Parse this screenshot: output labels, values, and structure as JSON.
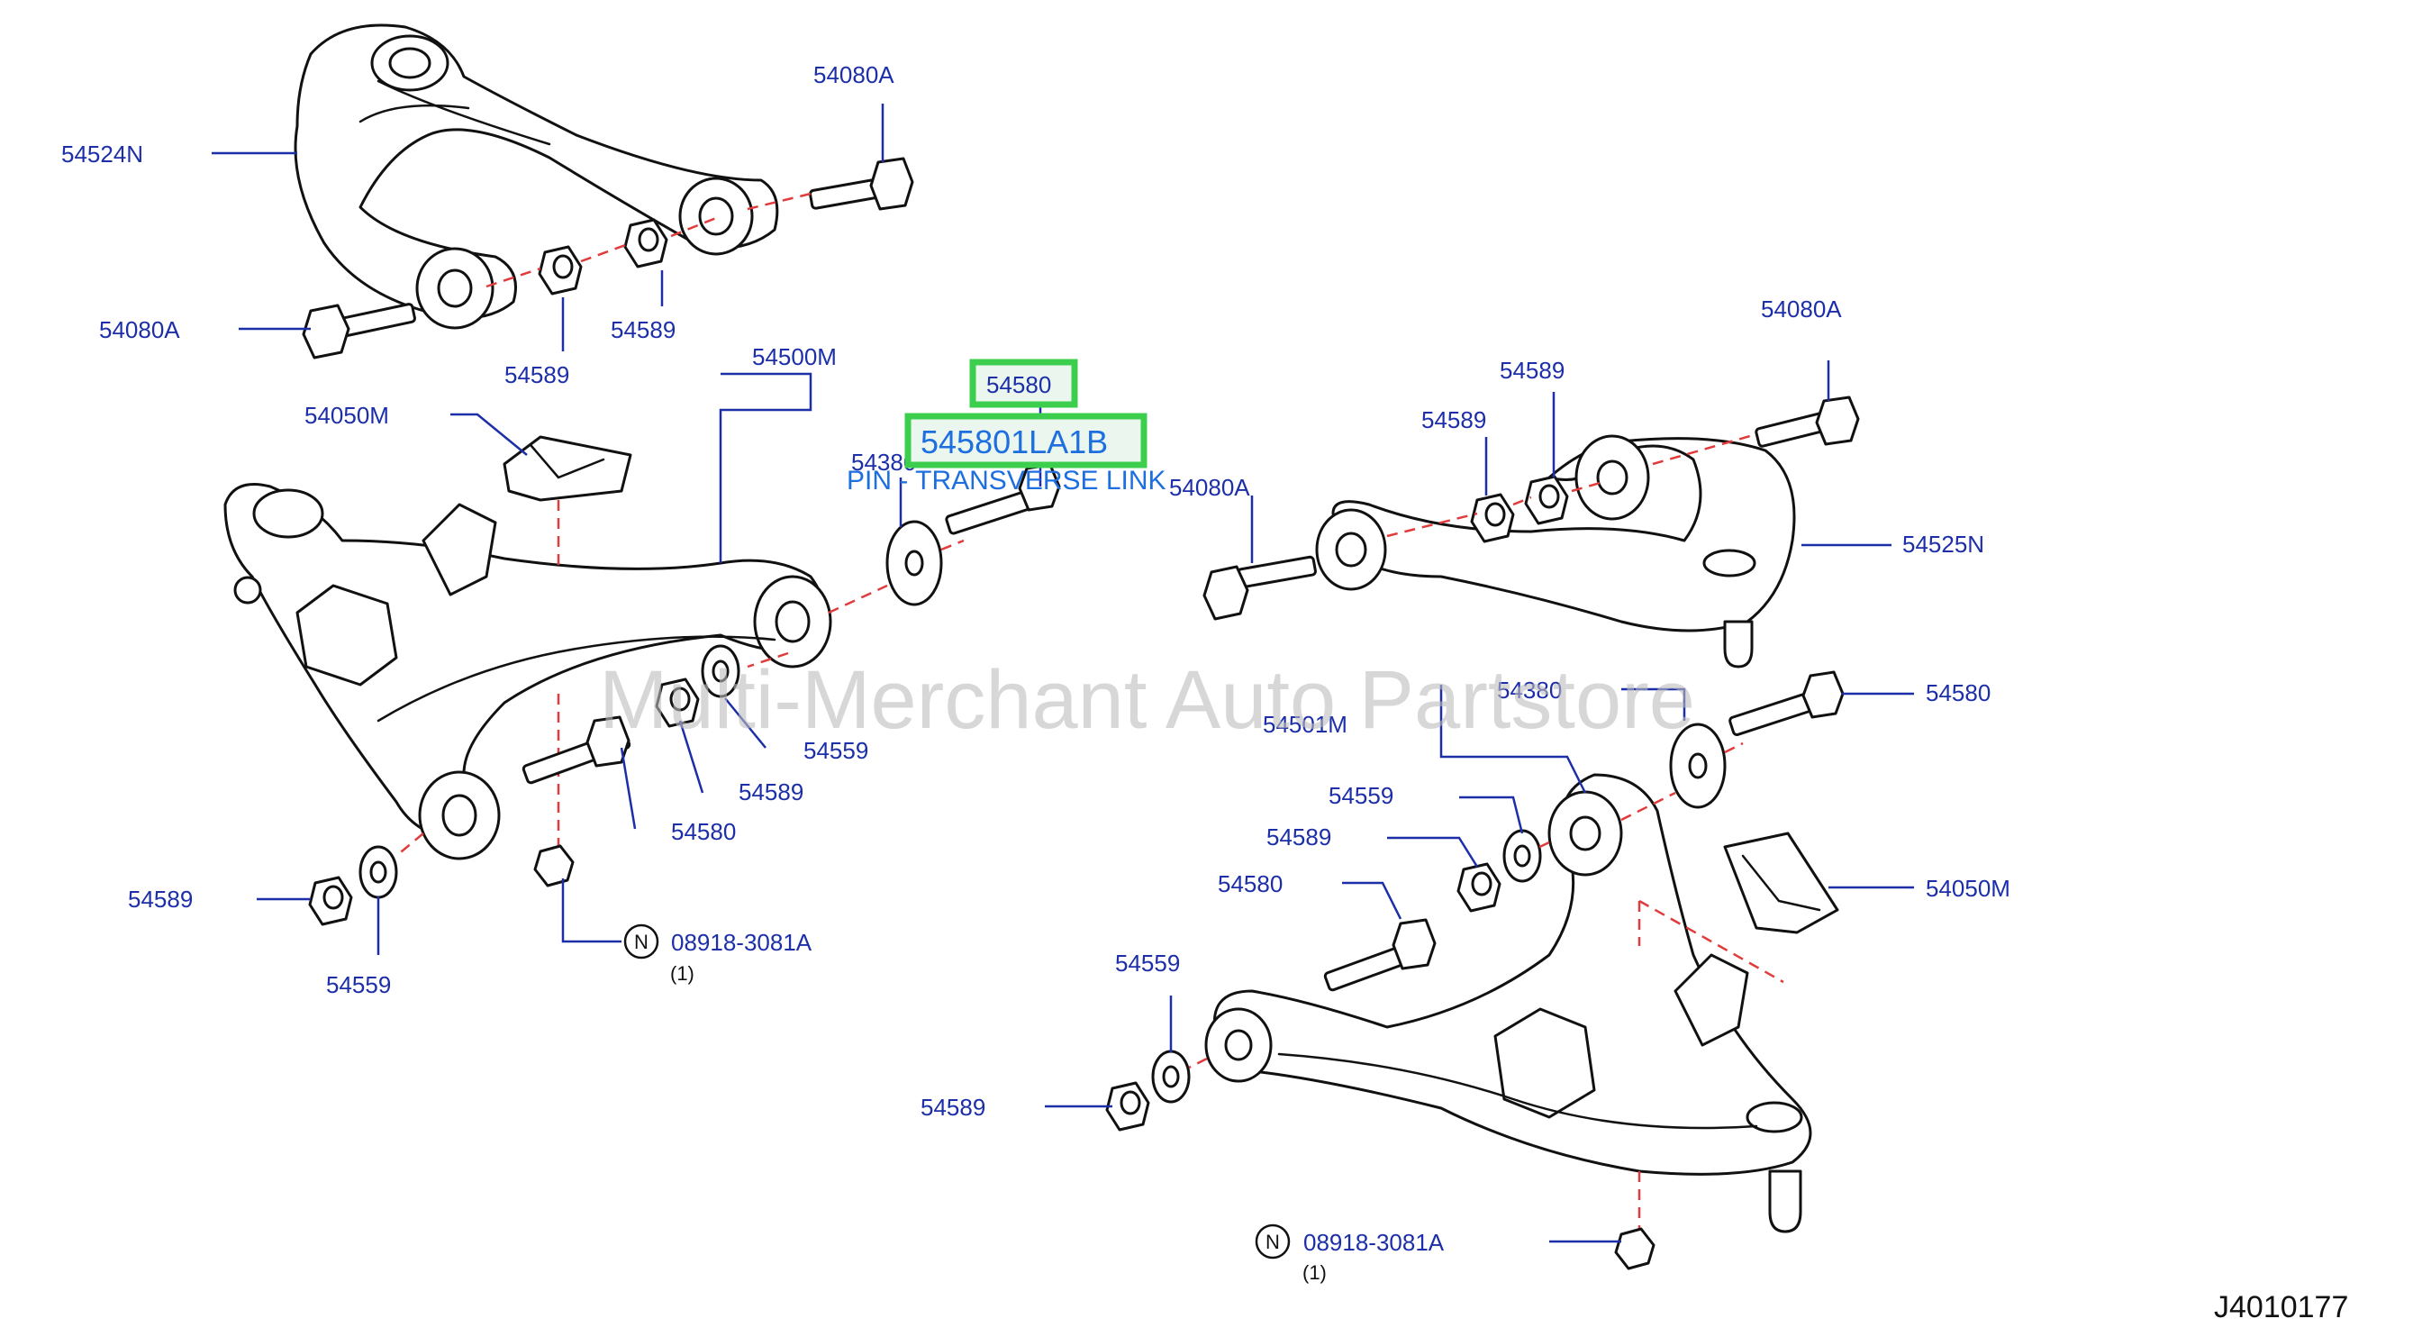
{
  "diagram": {
    "reference_code": "J4010177",
    "watermark": "Multi-Merchant Auto Partstore",
    "highlight": {
      "ref_label": "54580",
      "part_number": "545801LA1B",
      "description": "PIN - TRANSVERSE LINK"
    },
    "labels": {
      "l_54524N": "54524N",
      "l_54080A_top": "54080A",
      "l_54080A_left": "54080A",
      "l_54589_a": "54589",
      "l_54589_b": "54589",
      "l_54500M": "54500M",
      "l_54050M_left": "54050M",
      "l_54380_left": "54380",
      "l_54559_left": "54559",
      "l_54589_c": "54589",
      "l_54580_left": "54580",
      "l_54589_d": "54589",
      "l_54559_bl": "54559",
      "l_08918_left": "08918-3081A",
      "l_qty_left": "(1)",
      "l_54080A_r_top": "54080A",
      "l_54589_r1": "54589",
      "l_54589_r2": "54589",
      "l_54080A_r_mid": "54080A",
      "l_54525N": "54525N",
      "l_54380_right": "54380",
      "l_54580_right": "54580",
      "l_54501M": "54501M",
      "l_54559_r": "54559",
      "l_54589_r3": "54589",
      "l_54580_r2": "54580",
      "l_54050M_right": "54050M",
      "l_54559_r2": "54559",
      "l_54589_r4": "54589",
      "l_08918_right": "08918-3081A",
      "l_qty_right": "(1)"
    },
    "n_symbol": "N"
  }
}
